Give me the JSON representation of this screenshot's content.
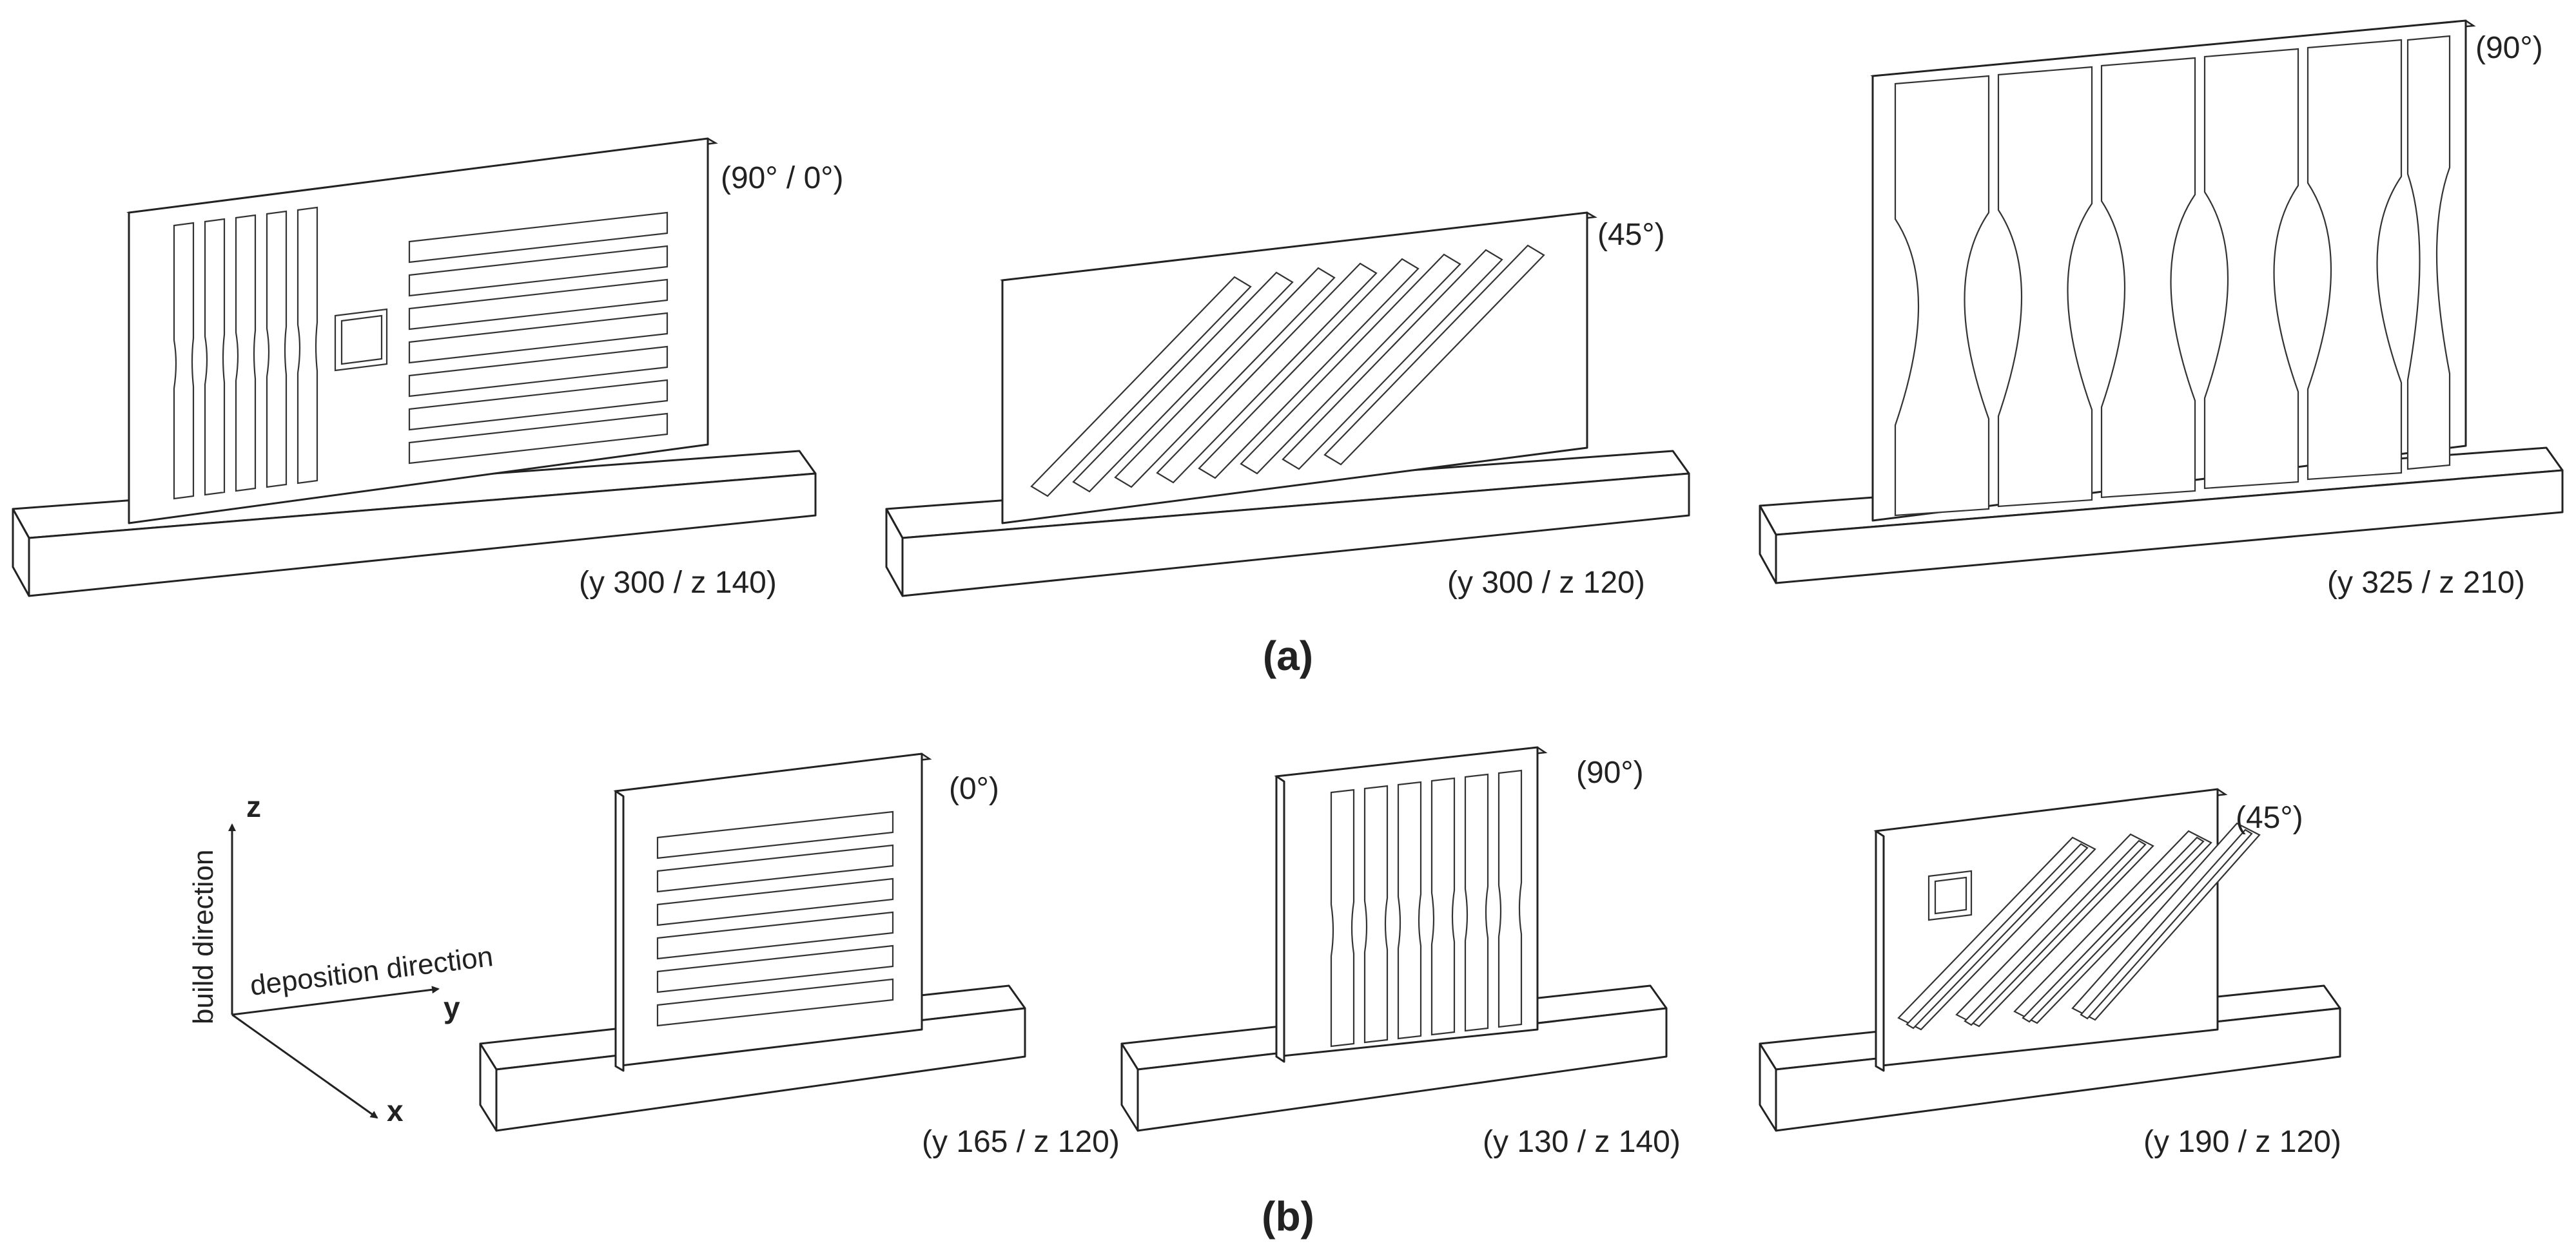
{
  "panel_a": {
    "label": "(a)",
    "plates": [
      {
        "angle": "(90° / 0°)",
        "dims": "(y 300 / z 140)"
      },
      {
        "angle": "(45°)",
        "dims": "(y 300 / z 120)"
      },
      {
        "angle": "(90°)",
        "dims": "(y 325 / z 210)"
      }
    ]
  },
  "panel_b": {
    "label": "(b)",
    "plates": [
      {
        "angle": "(0°)",
        "dims": "(y 165 / z 120)"
      },
      {
        "angle": "(90°)",
        "dims": "(y 130 / z 140)"
      },
      {
        "angle": "(45°)",
        "dims": "(y 190 / z 120)"
      }
    ]
  },
  "axes": {
    "z": "z",
    "y": "y",
    "x": "x",
    "build": "build direction",
    "deposition": "deposition direction"
  }
}
